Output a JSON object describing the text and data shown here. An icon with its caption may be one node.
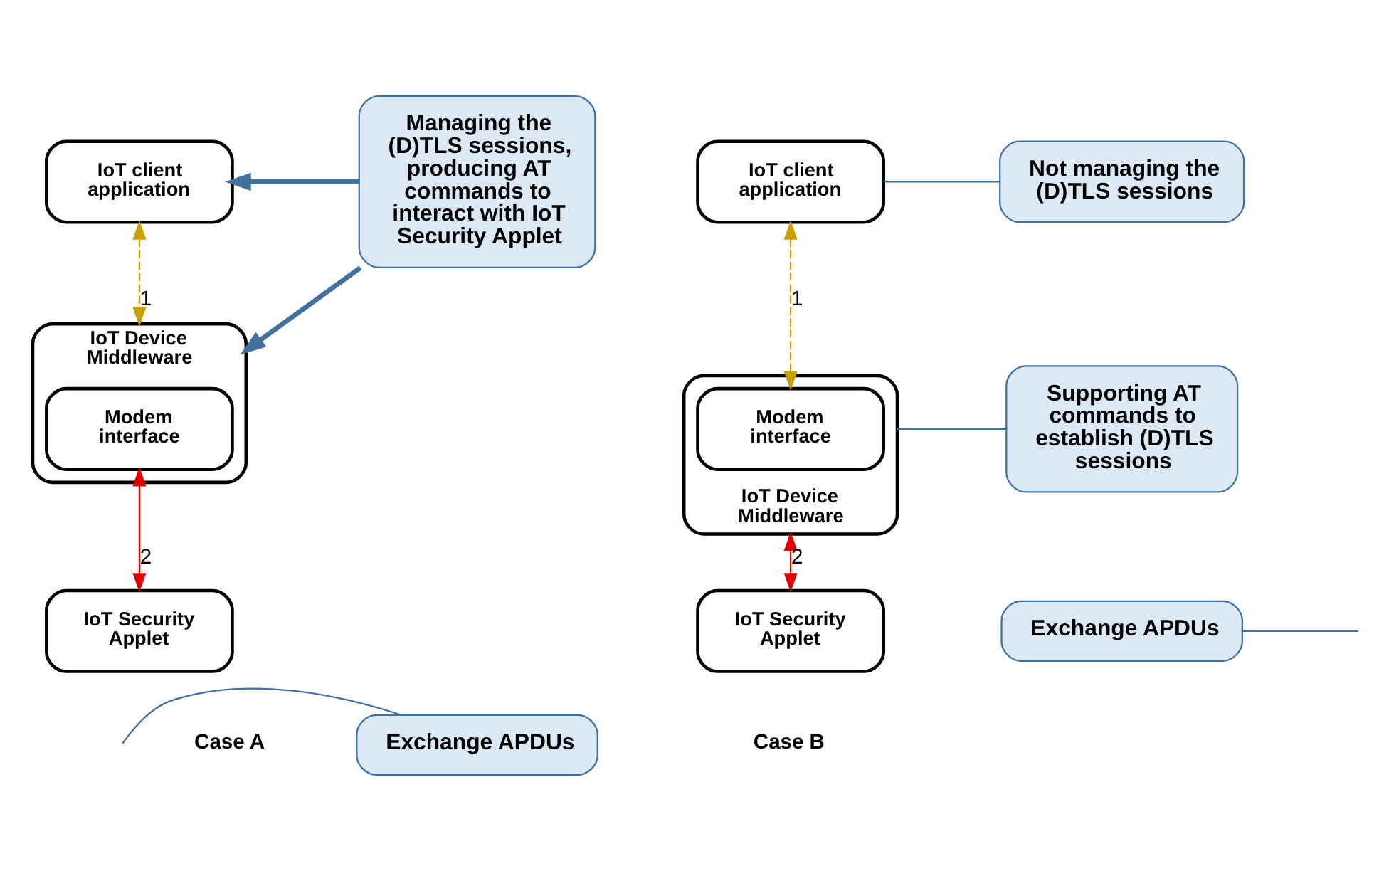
{
  "diagram": {
    "nodes": [
      {
        "text": [
          "IoT client application"
        ]
      },
      {
        "text": [
          "IoT Device Middleware"
        ]
      },
      {
        "text": [
          "Modem interface"
        ],
        "in": 1
      },
      {
        "text": [
          "IoT Security Applet"
        ]
      },
      {
        "text": [
          "Managing the (D)TLS sessions, producing AT commands to interact with IoT Security Applet"
        ]
      },
      {
        "text": [
          "Exchange APDUs"
        ]
      },
      {
        "text": [
          "IoT client application"
        ]
      },
      {
        "text": [
          "IoT Device Middleware"
        ]
      },
      {
        "text": [
          "Modem interface"
        ],
        "in": 7
      },
      {
        "text": [
          "IoT Security Applet"
        ]
      },
      {
        "text": [
          "Not managing the (D)TLS sessions"
        ]
      },
      {
        "text": [
          "Supporting AT commands to establish (D)TLS sessions"
        ]
      },
      {
        "text": [
          "Exchange APDUs"
        ]
      }
    ],
    "edges": [
      {
        "from": 0,
        "to": 1,
        "arrow": "both",
        "label": "1",
        "style": "dashed",
        "color": "#c9a000"
      },
      {
        "from": 2,
        "to": 3,
        "arrow": "both",
        "label": "2",
        "color": "#e00000"
      },
      {
        "from": 4,
        "to": 0,
        "arrow": "to",
        "style": "thick",
        "color": "#41719c"
      },
      {
        "from": 4,
        "to": 1,
        "arrow": "to",
        "style": "thick",
        "color": "#41719c"
      },
      {
        "from": 5,
        "to": null,
        "arrow": "none",
        "color": "#41719c"
      },
      {
        "from": 6,
        "to": 8,
        "arrow": "both",
        "label": "1",
        "style": "dashed",
        "color": "#c9a000"
      },
      {
        "from": 7,
        "to": 9,
        "arrow": "both",
        "label": "2",
        "color": "#e00000"
      },
      {
        "from": 10,
        "to": 6,
        "arrow": "none",
        "color": "#41719c"
      },
      {
        "from": 11,
        "to": 7,
        "arrow": "none",
        "color": "#41719c"
      },
      {
        "from": 12,
        "to": null,
        "arrow": "none",
        "color": "#41719c"
      }
    ],
    "labels": [
      "Case A",
      "Case B"
    ]
  }
}
